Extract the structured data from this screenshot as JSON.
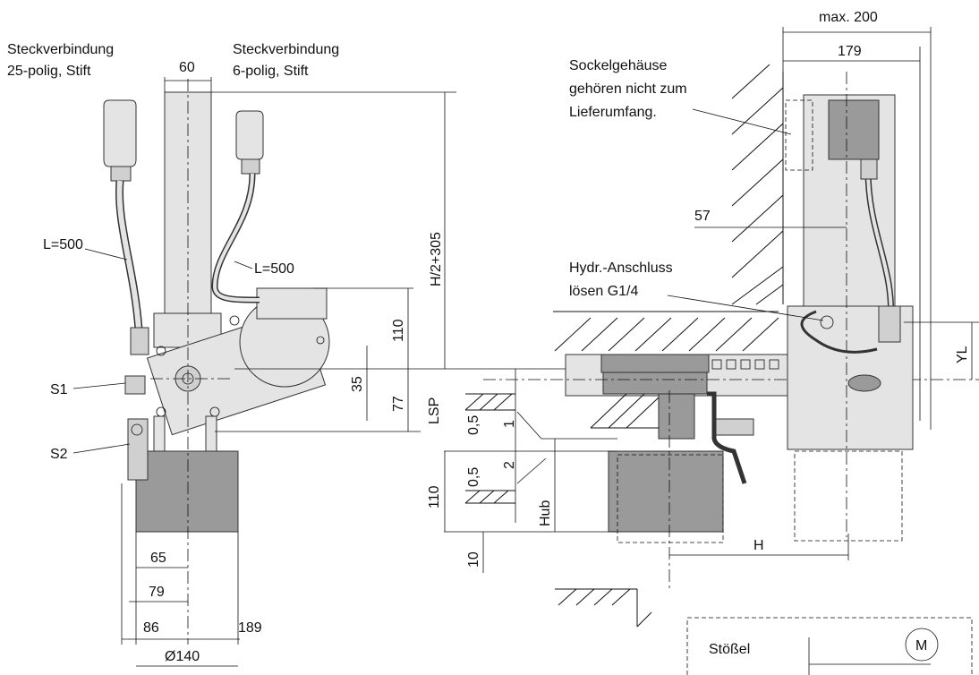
{
  "labels": {
    "conn25": [
      "Steckverbindung",
      "25-polig, Stift"
    ],
    "conn6": [
      "Steckverbindung",
      "6-polig, Stift"
    ],
    "cable_left": "L=500",
    "cable_right": "L=500",
    "s1": "S1",
    "s2": "S2",
    "housing_note": [
      "Sockelgehäuse",
      "gehören nicht zum",
      "Lieferumfang."
    ],
    "hydr": [
      "Hydr.-Anschluss",
      "lösen G1/4"
    ],
    "legend_stoessel": "Stößel",
    "legend_motor": "M"
  },
  "dimensions": {
    "d60": "60",
    "d_h2": "H/2+305",
    "d110_top": "110",
    "d35": "35",
    "d77": "77",
    "d65": "65",
    "d79": "79",
    "d86": "86",
    "d189": "189",
    "d140": "Ø140",
    "lsp": "LSP",
    "d05_a": "0,5",
    "d1": "1",
    "d05_b": "0,5",
    "d2": "2",
    "d110_bot": "110",
    "hub": "Hub",
    "d10": "10",
    "d_h": "H",
    "max200": "max. 200",
    "d179": "179",
    "d57": "57",
    "yl": "YL"
  }
}
